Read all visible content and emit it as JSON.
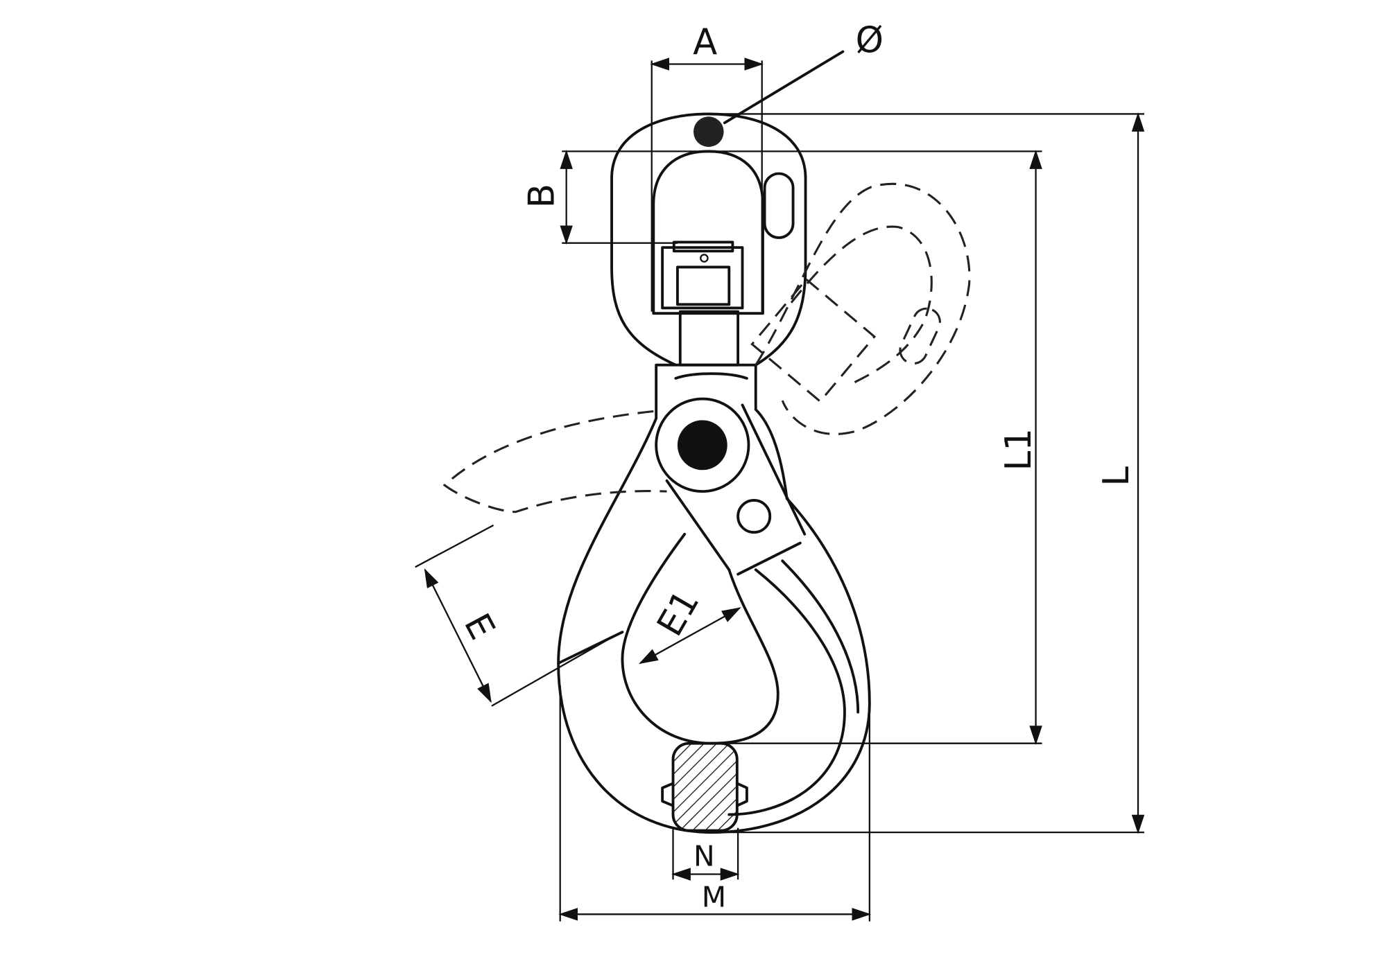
{
  "title": "Swivel self-locking hook dimension drawing",
  "labels": {
    "A": "A",
    "diameter": "Ø",
    "B": "B",
    "L1": "L1",
    "L": "L",
    "E": "E",
    "E1": "E1",
    "N": "N",
    "M": "M"
  },
  "colors": {
    "line": "#111111",
    "background": "#ffffff"
  }
}
